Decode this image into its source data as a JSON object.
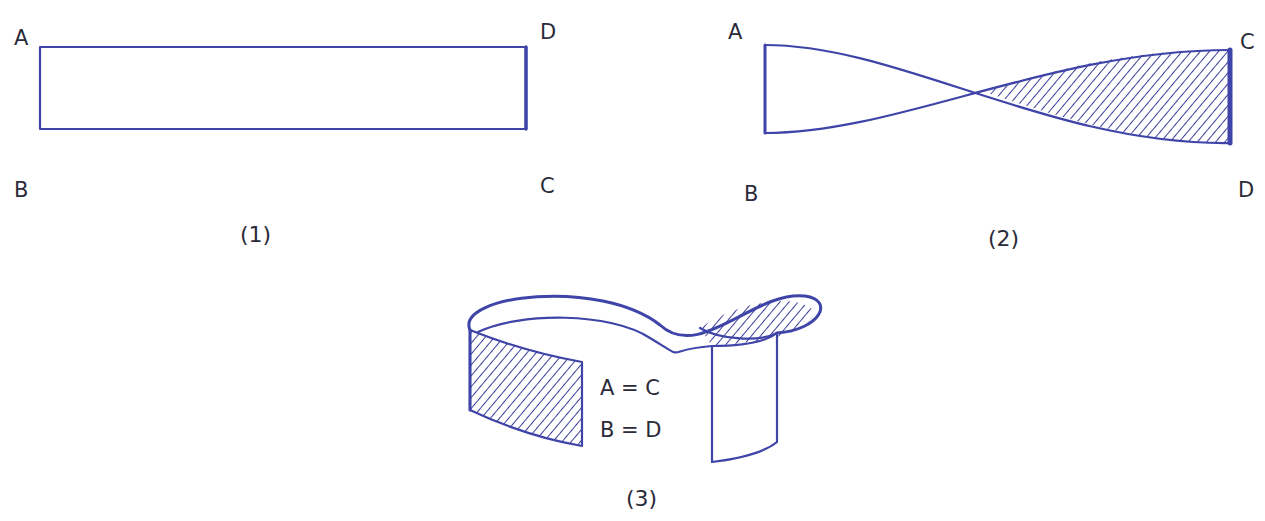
{
  "diagram": {
    "labels": [
      "A",
      "D",
      "B",
      "C",
      "(1)",
      "A",
      "C",
      "B",
      "D",
      "(2)",
      "A = C",
      "B = D",
      "(3)"
    ]
  }
}
